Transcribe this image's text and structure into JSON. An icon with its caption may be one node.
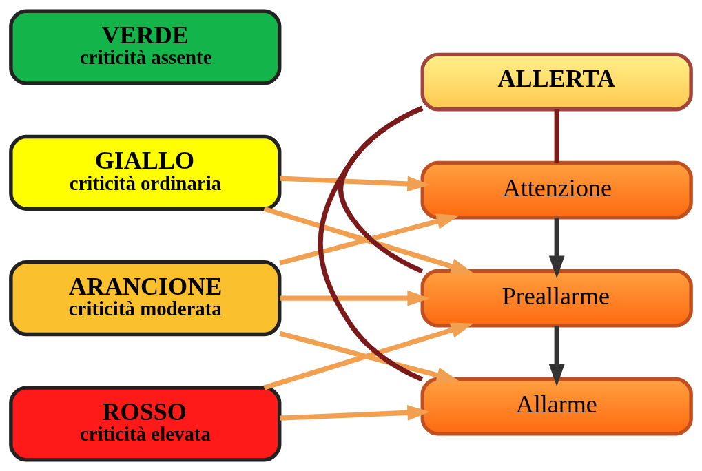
{
  "diagram": {
    "nodes": [
      {
        "text": [
          "VERDE",
          "criticità assente"
        ]
      },
      {
        "text": [
          "GIALLO",
          "criticità ordinaria"
        ]
      },
      {
        "text": [
          "ARANCIONE",
          "criticità moderata"
        ]
      },
      {
        "text": [
          "ROSSO",
          "criticità elevata"
        ]
      },
      {
        "text": [
          "ALLERTA"
        ]
      },
      {
        "text": [
          "Attenzione"
        ]
      },
      {
        "text": [
          "Preallarme"
        ]
      },
      {
        "text": [
          "Allarme"
        ]
      }
    ],
    "edges": [
      {
        "from": 4,
        "to": 5,
        "arrow": "none",
        "color": "#7a1a1a"
      },
      {
        "from": 4,
        "to": 6,
        "arrow": "none",
        "color": "#7a1a1a"
      },
      {
        "from": 4,
        "to": 7,
        "arrow": "none",
        "color": "#7a1a1a"
      },
      {
        "from": 5,
        "to": 6,
        "arrow": "to",
        "color": "#333333"
      },
      {
        "from": 6,
        "to": 7,
        "arrow": "to",
        "color": "#333333"
      },
      {
        "from": 1,
        "to": 5,
        "arrow": "to"
      },
      {
        "from": 1,
        "to": 6,
        "arrow": "to"
      },
      {
        "from": 2,
        "to": 5,
        "arrow": "to"
      },
      {
        "from": 2,
        "to": 6,
        "arrow": "to"
      },
      {
        "from": 2,
        "to": 7,
        "arrow": "to"
      },
      {
        "from": 3,
        "to": 6,
        "arrow": "to"
      },
      {
        "from": 3,
        "to": 7,
        "arrow": "to"
      }
    ]
  }
}
